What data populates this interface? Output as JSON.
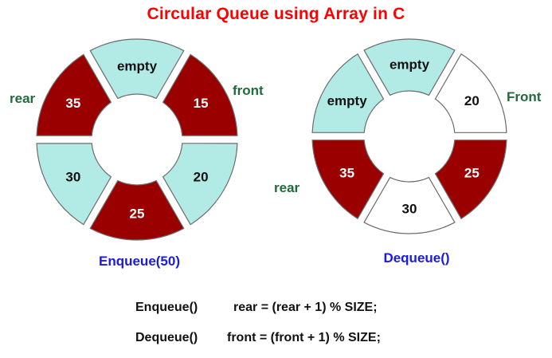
{
  "title": "Circular Queue using Array in C",
  "colors": {
    "title": "#ff0000",
    "filled": "#9b0000",
    "empty": "#b2ebe6",
    "dequeued": "#ffffff",
    "pointer_label": "#1e6b3c",
    "operation": "#1a1ae6",
    "filled_text": "#ffffff",
    "other_text": "#111111"
  },
  "left_queue": {
    "caption": "Enqueue(50)",
    "slots": [
      {
        "label": "empty",
        "state": "empty"
      },
      {
        "label": "15",
        "state": "filled"
      },
      {
        "label": "20",
        "state": "empty"
      },
      {
        "label": "25",
        "state": "filled"
      },
      {
        "label": "30",
        "state": "empty"
      },
      {
        "label": "35",
        "state": "filled"
      }
    ],
    "pointers": {
      "front": "front",
      "rear": "rear"
    }
  },
  "right_queue": {
    "caption": "Dequeue()",
    "slots": [
      {
        "label": "empty",
        "state": "empty"
      },
      {
        "label": "20",
        "state": "dequeued"
      },
      {
        "label": "25",
        "state": "filled"
      },
      {
        "label": "30",
        "state": "dequeued"
      },
      {
        "label": "35",
        "state": "filled"
      },
      {
        "label": "empty",
        "state": "empty"
      }
    ],
    "pointers": {
      "front": "Front",
      "rear": "rear"
    }
  },
  "formulas": [
    {
      "op": "Enqueue()",
      "expr": "rear = (rear + 1) % SIZE;"
    },
    {
      "op": "Dequeue()",
      "expr": "front = (front + 1) % SIZE;"
    }
  ]
}
